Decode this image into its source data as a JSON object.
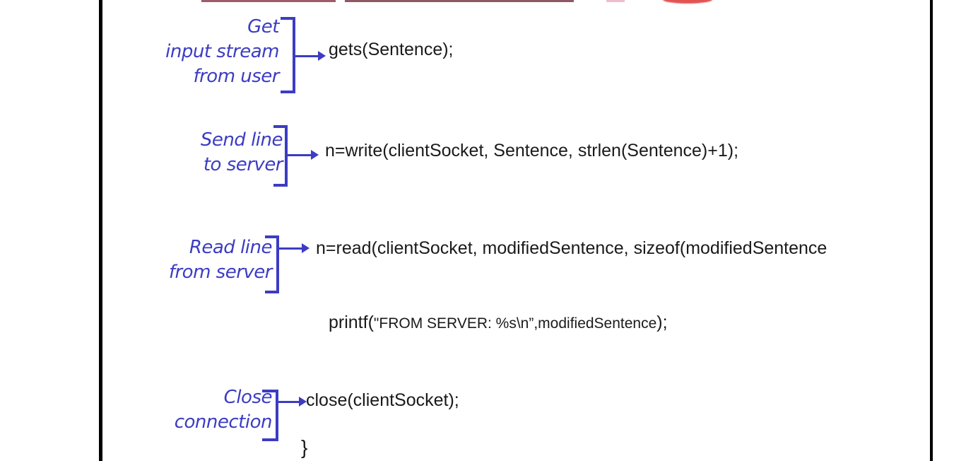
{
  "slide": {
    "colors": {
      "annotation_blue": "#3c3cc4",
      "code_black": "#1a1a1a",
      "border_black": "#000000",
      "red_marker": "#e05454",
      "clipped_strip": "#8d4050"
    }
  },
  "rows": [
    {
      "label_lines": [
        "Get",
        "input stream",
        "from user"
      ],
      "code": "gets(Sentence);"
    },
    {
      "label_lines": [
        "Send line",
        "to server"
      ],
      "code": "n=write(clientSocket, Sentence, strlen(Sentence)+1);"
    },
    {
      "label_lines": [
        "Read line",
        "from server"
      ],
      "code": "n=read(clientSocket, modifiedSentence, sizeof(modifiedSentence"
    },
    {
      "code_prefix": "printf(",
      "code_inner": "\"FROM SERVER: %s\\n”,modifiedSentence",
      "code_suffix": ");"
    },
    {
      "label_lines": [
        "Close",
        "connection"
      ],
      "code": "close(clientSocket);"
    },
    {
      "code": "}"
    }
  ]
}
